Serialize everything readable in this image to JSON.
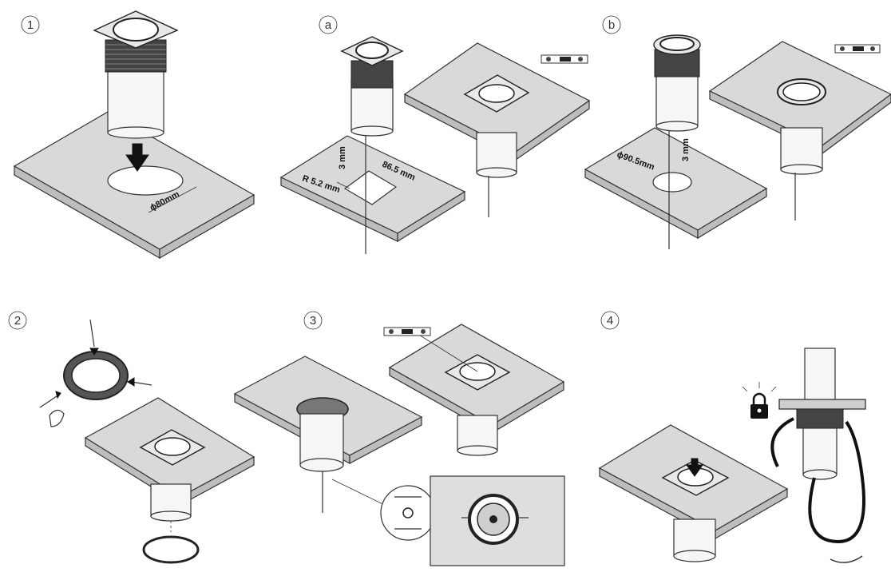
{
  "steps": {
    "s1": "1",
    "sa": "a",
    "sb": "b",
    "s2": "2",
    "s3": "3",
    "s4": "4"
  },
  "dimensions": {
    "hole_80": "ϕ80mm",
    "depth_a": "3 mm",
    "width_a": "86.5 mm",
    "radius_a": "R 5.2 mm",
    "hole_90": "ϕ90.5mm",
    "depth_b": "3 mm"
  },
  "icons": [
    "spirit-level-icon",
    "lock-icon",
    "arrow-down-icon",
    "rotate-arrow-icon"
  ]
}
